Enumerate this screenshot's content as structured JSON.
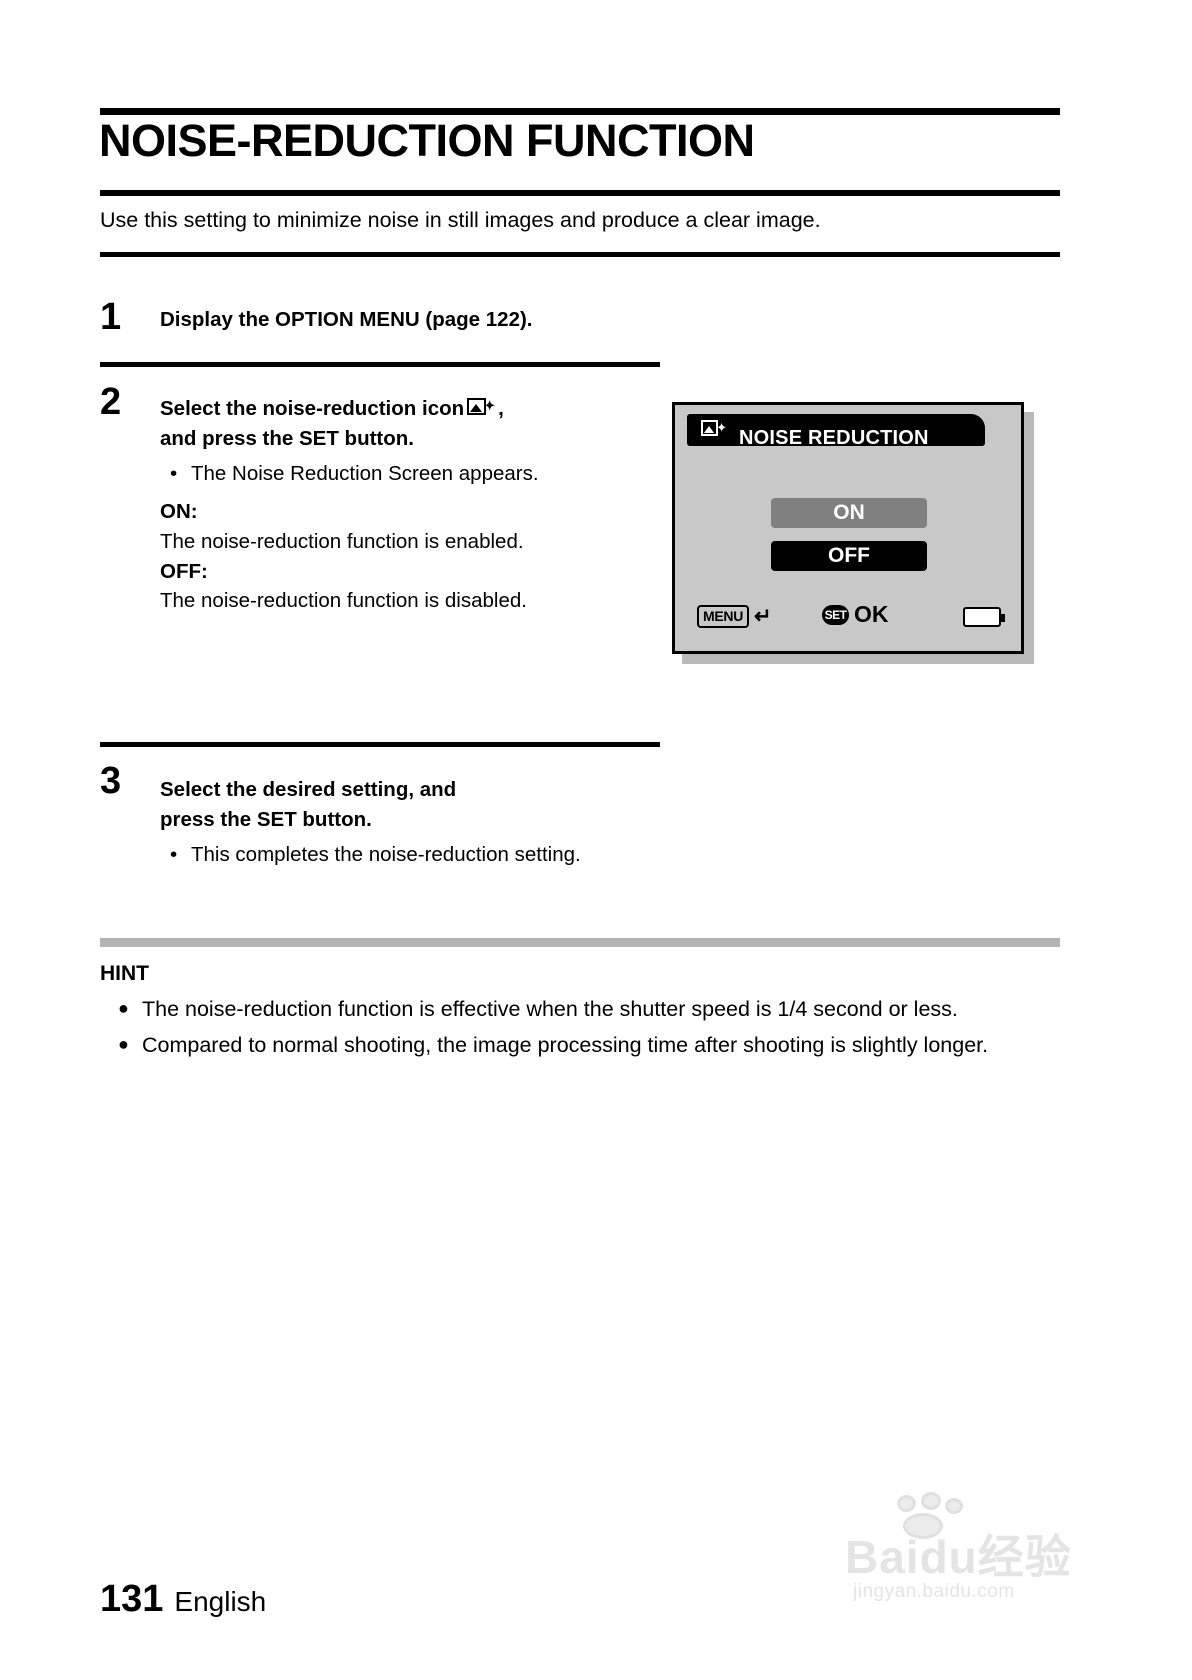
{
  "document": {
    "title": "NOISE-REDUCTION FUNCTION",
    "intro": "Use this setting to minimize noise in still images and produce a clear image.",
    "footer": {
      "page_number": "131",
      "language": "English"
    }
  },
  "steps": [
    {
      "number": "1",
      "heading": "Display the OPTION MENU (page 122)."
    },
    {
      "number": "2",
      "heading_line1": "Select the noise-reduction icon",
      "heading_icon": "noise-reduction-icon",
      "heading_line1_tail": ",",
      "heading_line2": "and press the SET button.",
      "bullet": "The Noise Reduction Screen appears.",
      "on_label": "ON:",
      "on_text": "The noise-reduction function is enabled.",
      "off_label": "OFF:",
      "off_text": "The noise-reduction function is disabled."
    },
    {
      "number": "3",
      "heading_line1": "Select the desired setting, and",
      "heading_line2": "press the SET button.",
      "bullet": "This completes the noise-reduction setting."
    }
  ],
  "lcd_screen": {
    "title": "NOISE REDUCTION",
    "title_icon": "noise-reduction-icon",
    "options": [
      {
        "label": "ON",
        "state": "unselected",
        "color": "#808080"
      },
      {
        "label": "OFF",
        "state": "selected",
        "color": "#000000"
      }
    ],
    "footer": {
      "menu_label": "MENU",
      "return_glyph": "↵",
      "set_label": "SET",
      "ok_label": "OK",
      "battery_icon": "battery-icon"
    }
  },
  "hint": {
    "label": "HINT",
    "items": [
      "The noise-reduction function is effective when the shutter speed is 1/4 second or less.",
      "Compared to normal shooting, the image processing time after shooting is slightly longer."
    ]
  },
  "watermark": {
    "text": "Baidu经验",
    "sub": "jingyan.baidu.com"
  }
}
